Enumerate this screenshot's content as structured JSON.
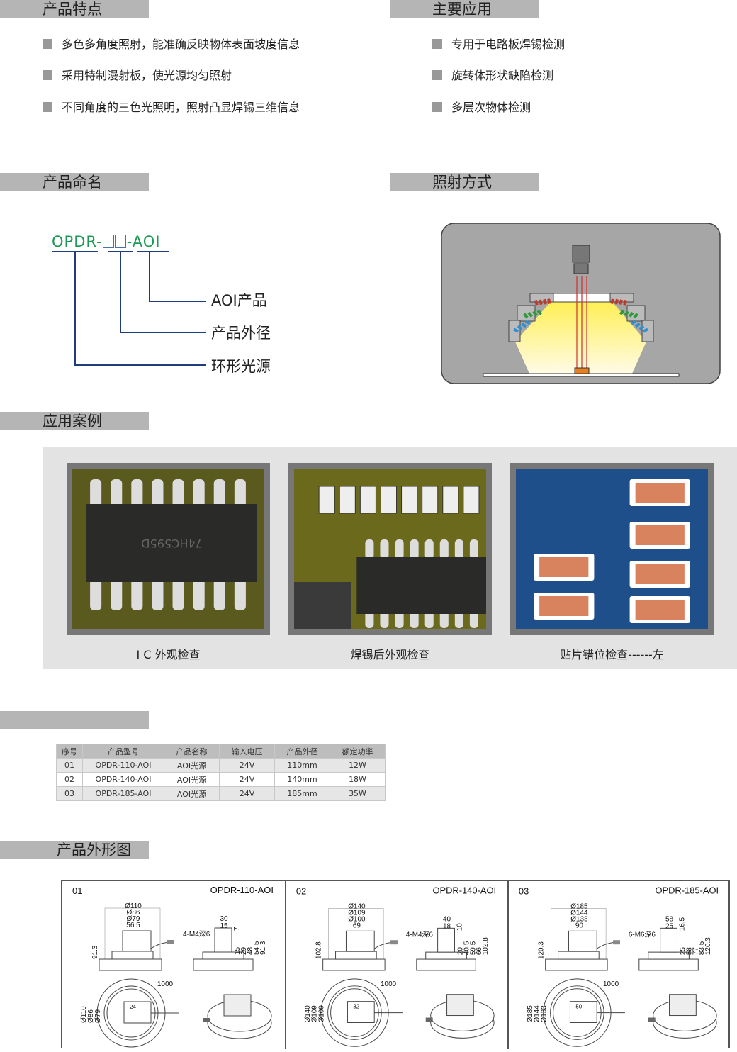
{
  "features": {
    "title": "产品特点",
    "items": [
      "多色多角度照射，能准确反映物体表面坡度信息",
      "采用特制漫射板，使光源均匀照射",
      "不同角度的三色光照明，照射凸显焊锡三维信息"
    ]
  },
  "applications": {
    "title": "主要应用",
    "items": [
      "专用于电路板焊锡检测",
      "旋转体形状缺陷检测",
      "多层次物体检测"
    ]
  },
  "naming": {
    "title": "产品命名",
    "code_prefix": "OPDR-",
    "code_suffix": "-AOI",
    "labels": [
      "AOI产品",
      "产品外径",
      "环形光源"
    ],
    "code_color": "#1a9a55",
    "line_color": "#1e3d7a"
  },
  "illumination": {
    "title": "照射方式",
    "led_colors": [
      "#c0392b",
      "#2e9a3c",
      "#2f8fd0"
    ],
    "light_color": "#ffef6a"
  },
  "cases": {
    "title": "应用案例",
    "items": [
      {
        "caption": "I C 外观检查"
      },
      {
        "caption": "焊锡后外观检查"
      },
      {
        "caption": "贴片错位检查------左"
      }
    ]
  },
  "specs": {
    "title": "",
    "headers": [
      "序号",
      "产品型号",
      "产品名称",
      "输入电压",
      "产品外径",
      "额定功率"
    ],
    "rows": [
      [
        "01",
        "OPDR-110-AOI",
        "AOI光源",
        "24V",
        "110mm",
        "12W"
      ],
      [
        "02",
        "OPDR-140-AOI",
        "AOI光源",
        "24V",
        "140mm",
        "18W"
      ],
      [
        "03",
        "OPDR-185-AOI",
        "AOI光源",
        "24V",
        "185mm",
        "35W"
      ]
    ]
  },
  "outline": {
    "title": "产品外形图",
    "drawings": [
      {
        "index": "01",
        "model": "OPDR-110-AOI",
        "front_dims": [
          "Ø110",
          "Ø86",
          "Ø79",
          "56.5"
        ],
        "front_height": "91.3",
        "side_top": [
          "30",
          "15"
        ],
        "side_offset": "7",
        "thread": "4-M4深6",
        "side_heights": [
          "15",
          "29",
          "48",
          "54.5",
          "91.3"
        ],
        "cable": "1000",
        "top_diams": [
          "Ø110",
          "Ø86",
          "Ø79"
        ],
        "inner": "24"
      },
      {
        "index": "02",
        "model": "OPDR-140-AOI",
        "front_dims": [
          "Ø140",
          "Ø109",
          "Ø100",
          "69"
        ],
        "front_height": "102.8",
        "side_top": [
          "40",
          "18"
        ],
        "side_offset": "10",
        "thread": "4-M4深6",
        "side_heights": [
          "20",
          "40.5",
          "59.5",
          "66",
          "102.8"
        ],
        "cable": "1000",
        "top_diams": [
          "Ø140",
          "Ø109",
          "Ø100"
        ],
        "inner": "32"
      },
      {
        "index": "03",
        "model": "OPDR-185-AOI",
        "front_dims": [
          "Ø185",
          "Ø144",
          "Ø133",
          "90"
        ],
        "front_height": "120.3",
        "side_top": [
          "58",
          "25"
        ],
        "side_offset": "16.5",
        "thread": "6-M6深6",
        "side_heights": [
          "25",
          "58",
          "77",
          "83.5",
          "120.3"
        ],
        "cable": "1000",
        "top_diams": [
          "Ø185",
          "Ø144",
          "Ø133"
        ],
        "inner": "50"
      }
    ]
  }
}
